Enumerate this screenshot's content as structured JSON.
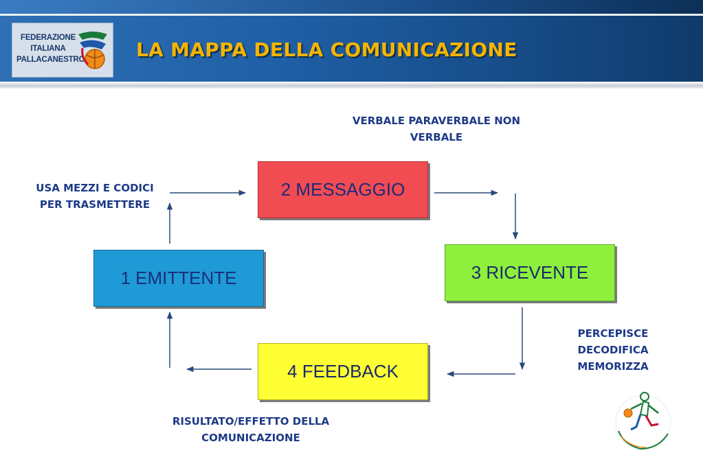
{
  "header": {
    "title": "LA MAPPA DELLA COMUNICAZIONE",
    "logo_lines": [
      "FEDERAZIONE",
      "ITALIANA",
      "PALLACANESTRO"
    ]
  },
  "diagram": {
    "nodes": [
      {
        "id": "emittente",
        "label": "1 EMITTENTE",
        "color": "#1f9ad6"
      },
      {
        "id": "messaggio",
        "label": "2 MESSAGGIO",
        "color": "#f14c52"
      },
      {
        "id": "ricevente",
        "label": "3 RICEVENTE",
        "color": "#8ef03c"
      },
      {
        "id": "feedback",
        "label": "4 FEEDBACK",
        "color": "#ffff33"
      }
    ],
    "notes": {
      "messaggio": "VERBALE PARAVERBALE NON VERBALE",
      "emittente": "USA MEZZI E CODICI PER TRASMETTERE",
      "ricevente": "PERCEPISCE DECODIFICA MEMORIZZA",
      "feedback": "RISULTATO/EFFETTO DELLA COMUNICAZIONE"
    },
    "edges": [
      {
        "from": "emittente",
        "to": "messaggio"
      },
      {
        "from": "messaggio",
        "to": "ricevente"
      },
      {
        "from": "ricevente",
        "to": "feedback"
      },
      {
        "from": "feedback",
        "to": "emittente"
      }
    ]
  },
  "colors": {
    "title": "#f5b400",
    "note_text": "#1d3a87",
    "arrow": "#2a4a7a"
  },
  "mascot": {
    "icon": "basketball-player-logo"
  }
}
